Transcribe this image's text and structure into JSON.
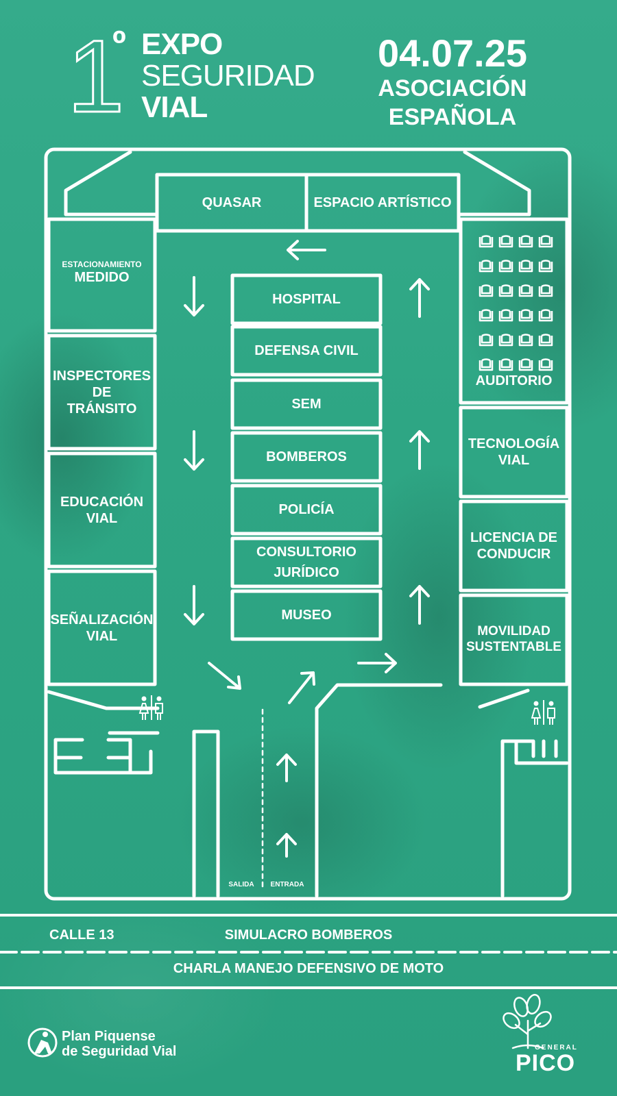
{
  "header": {
    "number": "1",
    "ordinal": "º",
    "title_line1": "EXPO",
    "title_line2": "SEGURIDAD",
    "title_line3": "VIAL",
    "date": "04.07.25",
    "venue_line1": "ASOCIACIÓN",
    "venue_line2": "ESPAÑOLA"
  },
  "stands": {
    "quasar": "QUASAR",
    "espacio_artistico": "ESPACIO ARTÍSTICO",
    "estacionamiento_small": "ESTACIONAMIENTO",
    "estacionamiento_big": "MEDIDO",
    "inspectores": "INSPECTORES\nDE\nTRÁNSITO",
    "educacion": "EDUCACIÓN\nVIAL",
    "senalizacion": "SEÑALIZACIÓN\nVIAL",
    "hospital": "HOSPITAL",
    "defensa_civil": "DEFENSA CIVIL",
    "sem": "SEM",
    "bomberos": "BOMBEROS",
    "policia": "POLICÍA",
    "consultorio": "CONSULTORIO\nJURÍDICO",
    "museo": "MUSEO",
    "auditorio": "AUDITORIO",
    "tecnologia": "TECNOLOGÍA\nVIAL",
    "licencia": "LICENCIA DE\nCONDUCIR",
    "movilidad": "MOVILIDAD\nSUSTENTABLE",
    "salida": "SALIDA",
    "entrada": "ENTRADA"
  },
  "street": {
    "name": "CALLE 13",
    "lane1": "SIMULACRO BOMBEROS",
    "lane2": "CHARLA MANEJO DEFENSIVO DE MOTO"
  },
  "footer": {
    "plan_line1": "Plan Piquense",
    "plan_line2": "de Seguridad Vial",
    "city_small": "GENERAL",
    "city_big": "PICO"
  },
  "icons": {
    "restroom": "restroom-icon",
    "seat": "seat-icon",
    "arrow": "arrow-icon"
  },
  "colors": {
    "background": "#2aa583",
    "lines": "#ffffff"
  }
}
